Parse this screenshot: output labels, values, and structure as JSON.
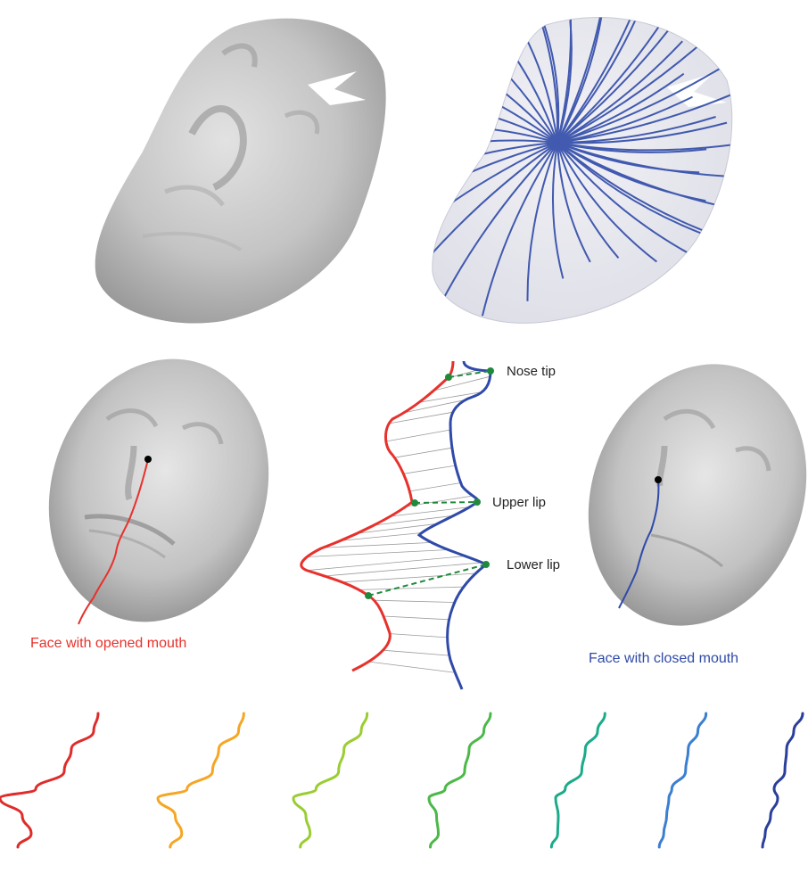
{
  "labels": {
    "nose_tip": "Nose tip",
    "upper_lip": "Upper lip",
    "lower_lip": "Lower lip"
  },
  "captions": {
    "open_face": "Face with opened mouth",
    "closed_face": "Face with closed mouth"
  },
  "colors": {
    "open_curve": "#e8312c",
    "closed_curve": "#2f4aa8",
    "landmark": "#1f8a3b",
    "mesh_lines": "#2f4aa8",
    "face_gray": "#bfbfbf",
    "sequence": [
      "#e02b2b",
      "#f5a623",
      "#9acd32",
      "#4cb848",
      "#1bab8a",
      "#3b7fd0",
      "#2a3e9c"
    ]
  },
  "sequence_count": 7
}
